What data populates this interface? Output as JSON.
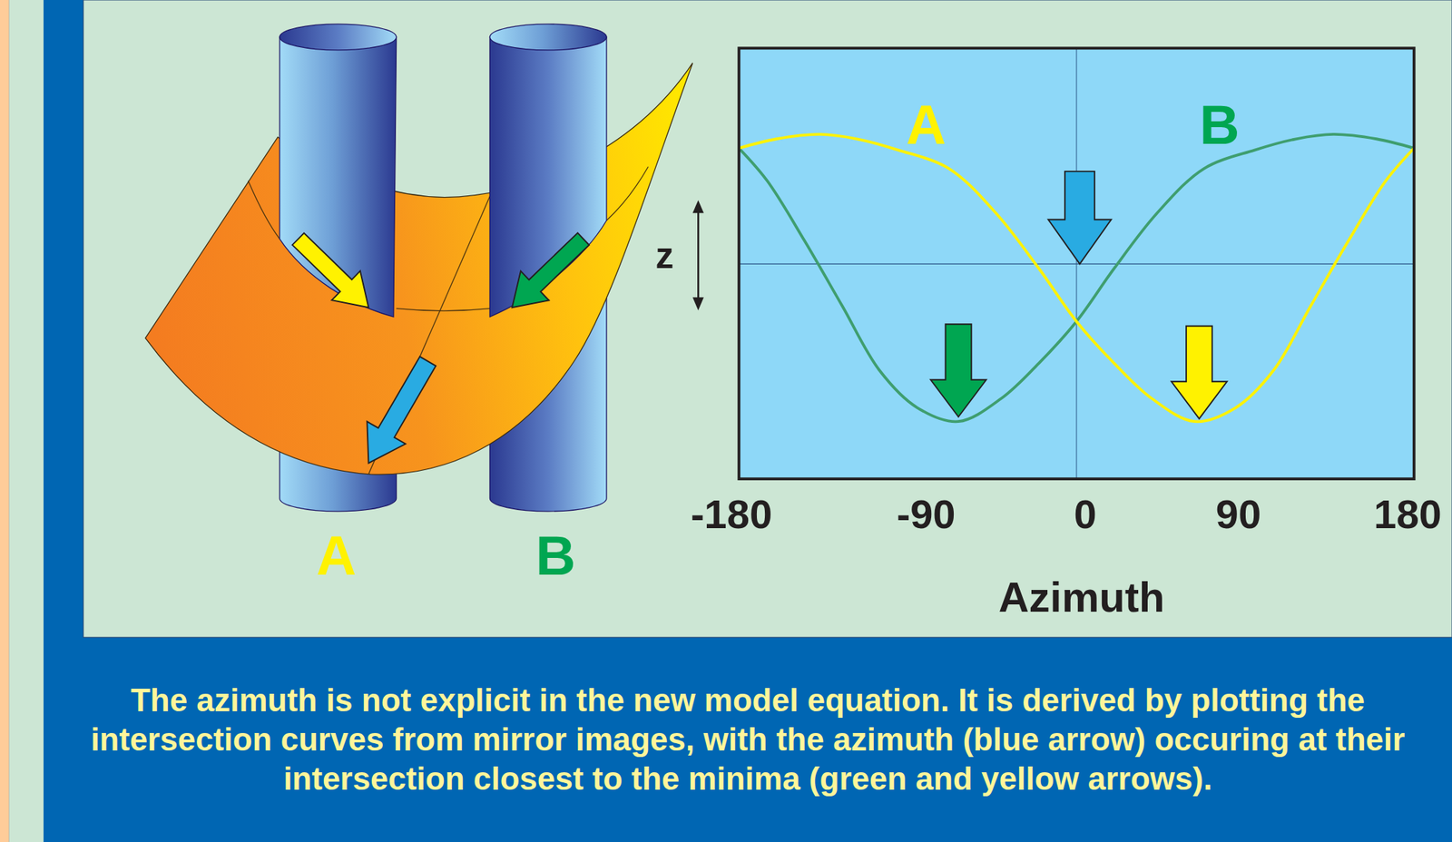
{
  "diagram": {
    "caption": "The azimuth is not explicit in the new model equation. It is derived by plotting the intersection curves from mirror images, with the azimuth (blue arrow) occuring at their intersection closest to the minima (green and yellow arrows).",
    "labels": [
      "A",
      "B",
      "A",
      "B",
      "z",
      "-180",
      "-90",
      "0",
      "90",
      "180",
      "Azimuth"
    ]
  }
}
